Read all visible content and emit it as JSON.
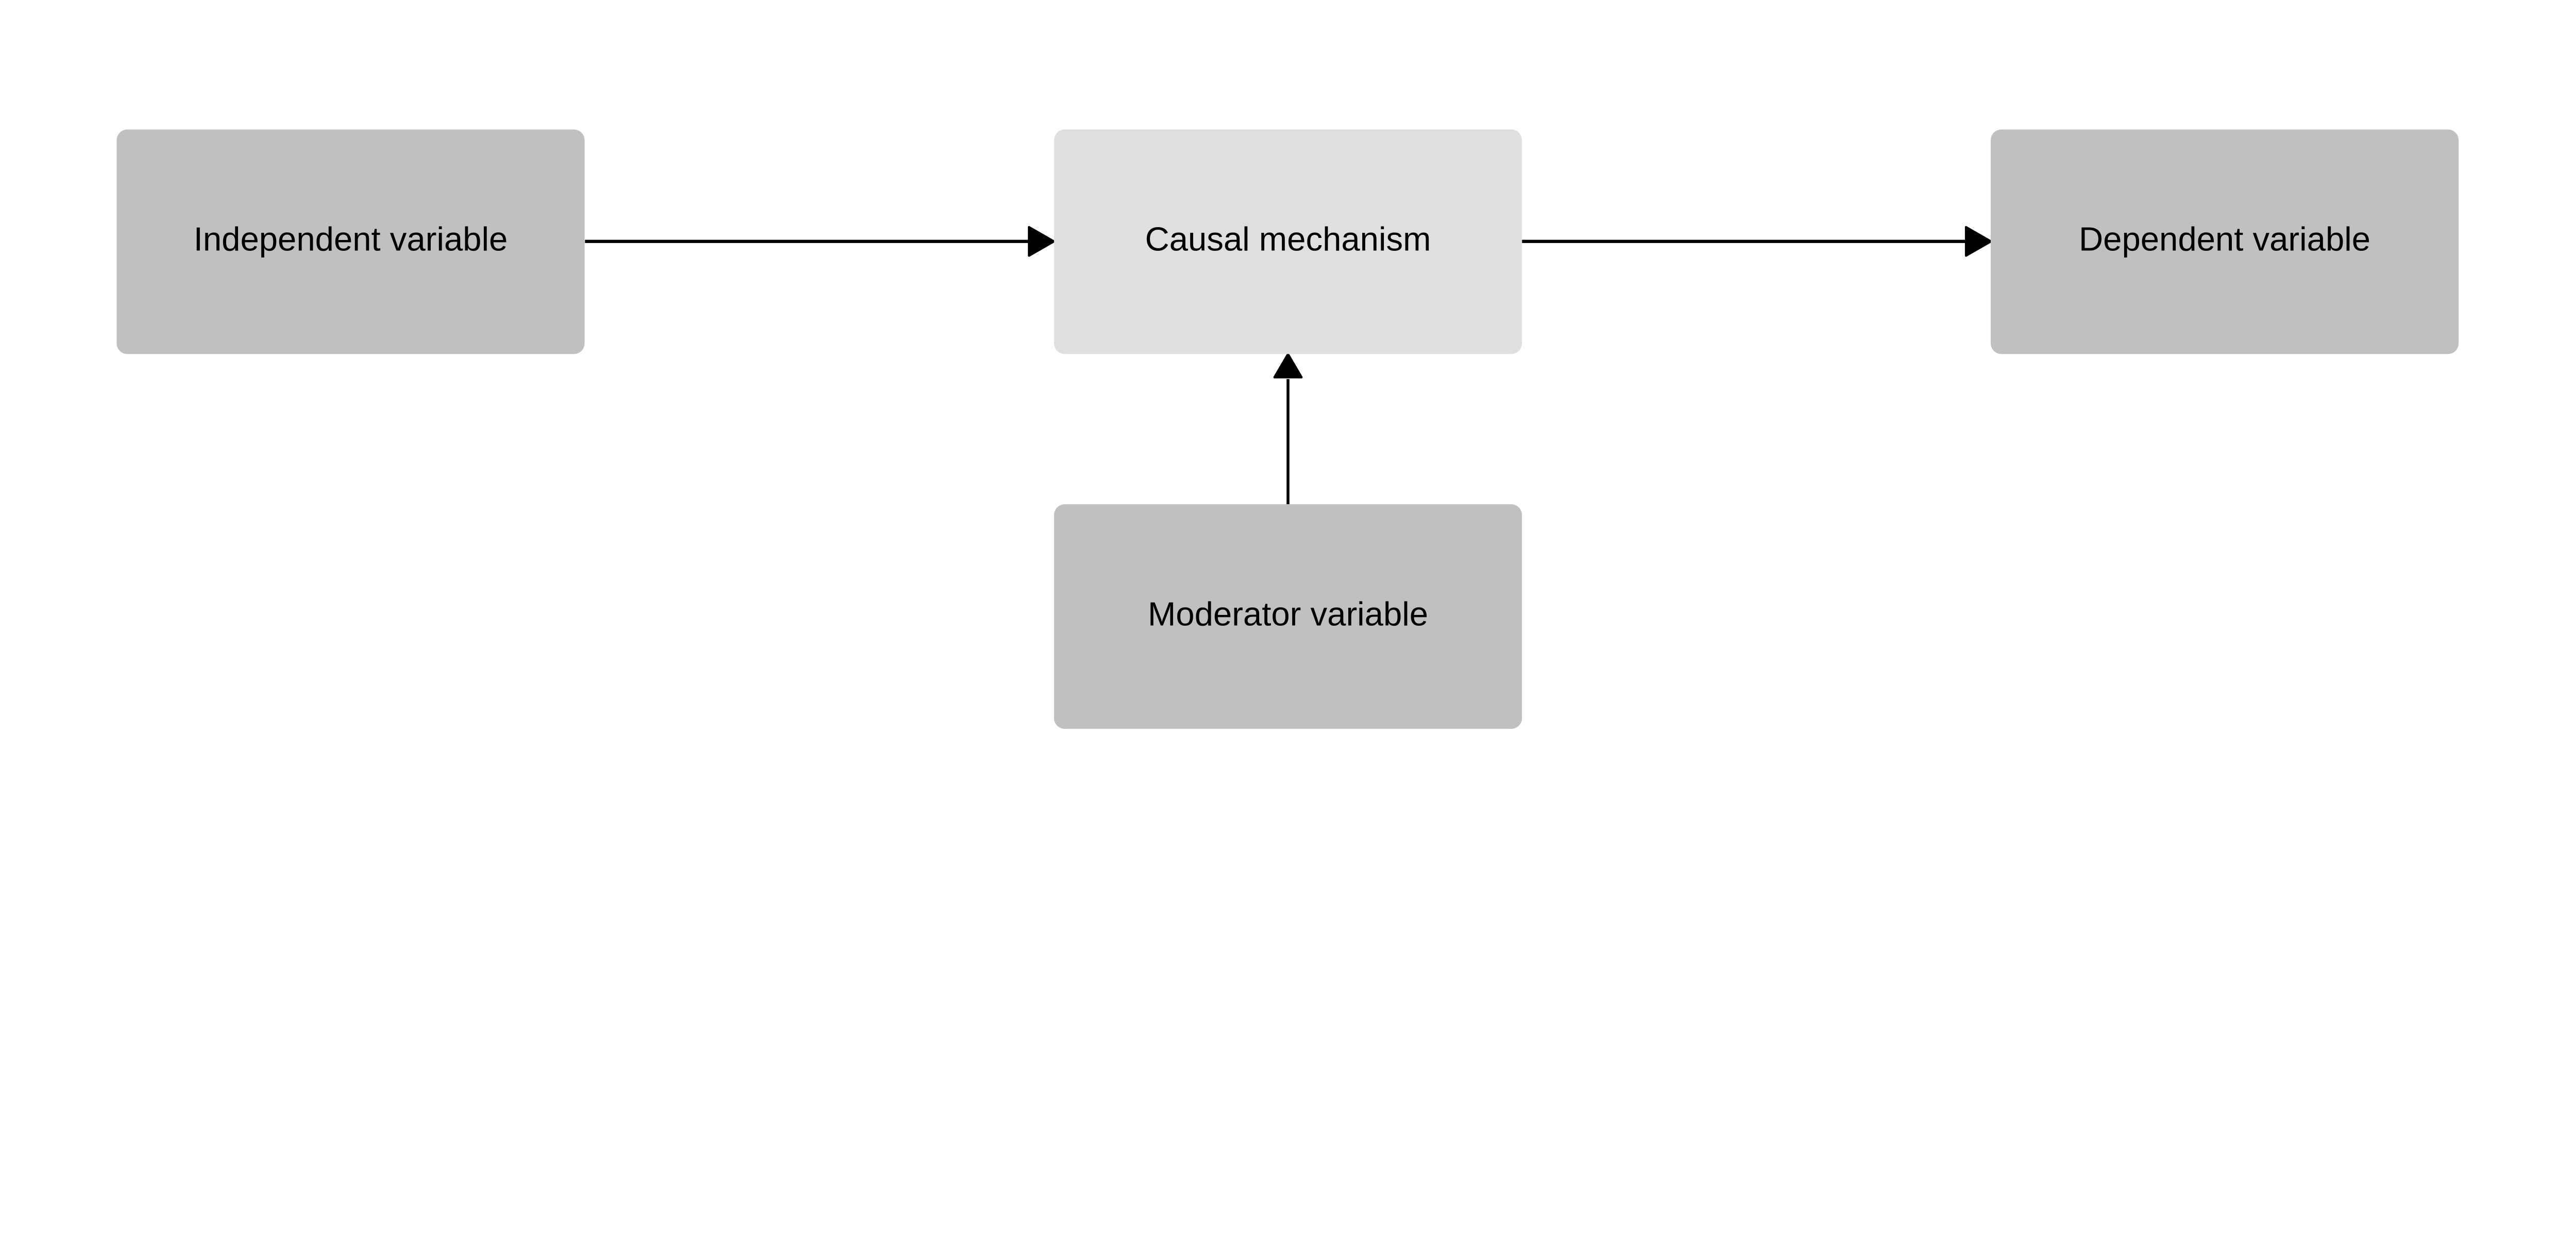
{
  "nodes": {
    "independent": {
      "label": "Independent variable",
      "fill": "#c0c0c0"
    },
    "mechanism": {
      "label": "Causal mechanism",
      "fill": "#dfdfdf"
    },
    "dependent": {
      "label": "Dependent variable",
      "fill": "#c0c0c0"
    },
    "moderator": {
      "label": "Moderator variable",
      "fill": "#c0c0c0"
    }
  },
  "edges": [
    {
      "from": "independent",
      "to": "mechanism"
    },
    {
      "from": "mechanism",
      "to": "dependent"
    },
    {
      "from": "moderator",
      "to": "mechanism"
    }
  ],
  "colors": {
    "edge": "#000000",
    "background": "#ffffff"
  }
}
